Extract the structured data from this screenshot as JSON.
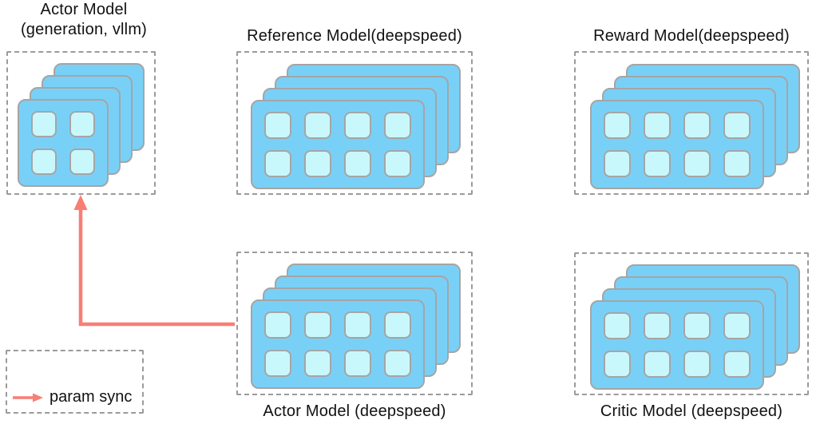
{
  "colors": {
    "card": "#79d0f7",
    "gpu": "#c9f8fc",
    "border": "#a5a5a5",
    "dash": "#9b9b9b",
    "arrow": "#f97e73",
    "text": "#111111"
  },
  "models": {
    "actor_vllm": {
      "title_line1": "Actor Model",
      "title_line2": "(generation, vllm)",
      "label_position": "top",
      "stack": {
        "layers": 4,
        "rows": 2,
        "cols": 2,
        "gpus_per_card": 4
      }
    },
    "reference": {
      "title": "Reference Model(deepspeed)",
      "label_position": "top",
      "stack": {
        "layers": 4,
        "rows": 2,
        "cols": 4,
        "gpus_per_card": 8
      }
    },
    "reward": {
      "title": "Reward Model(deepspeed)",
      "label_position": "top",
      "stack": {
        "layers": 4,
        "rows": 2,
        "cols": 4,
        "gpus_per_card": 8
      }
    },
    "actor_deepspeed": {
      "title": "Actor Model (deepspeed)",
      "label_position": "bottom",
      "stack": {
        "layers": 4,
        "rows": 2,
        "cols": 4,
        "gpus_per_card": 8
      }
    },
    "critic": {
      "title": "Critic Model (deepspeed)",
      "label_position": "bottom",
      "stack": {
        "layers": 4,
        "rows": 2,
        "cols": 4,
        "gpus_per_card": 8
      }
    }
  },
  "legend": {
    "label": "param sync"
  }
}
